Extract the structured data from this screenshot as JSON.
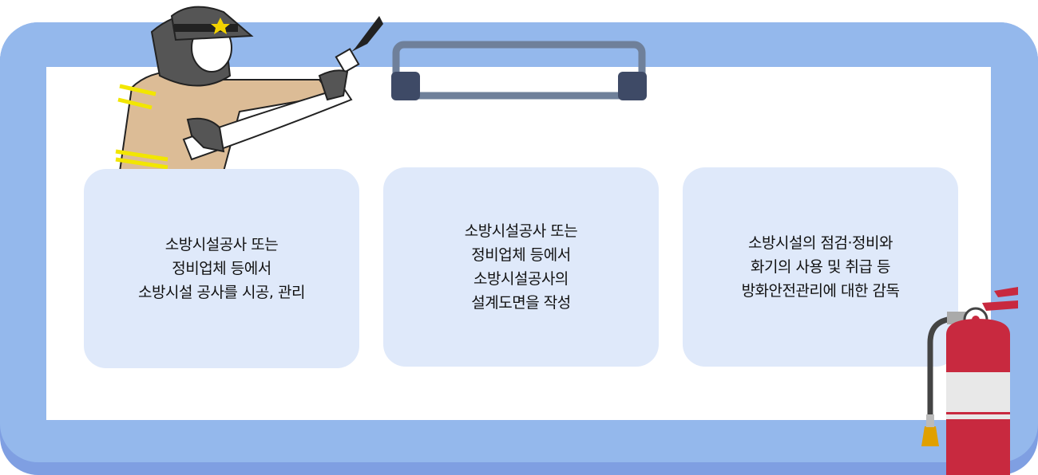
{
  "cards": [
    {
      "text": "소방시설공사 또는\n정비업체 등에서\n소방시설 공사를 시공, 관리"
    },
    {
      "text": "소방시설공사 또는\n정비업체 등에서\n소방시설공사의\n설계도면을 작성"
    },
    {
      "text": "소방시설의 점검·정비와\n화기의 사용 및 취급 등\n방화안전관리에 대한 감독"
    }
  ],
  "colors": {
    "board": "#94b8ec",
    "card": "#dfe9fa",
    "extinguisher": "#c8293f"
  }
}
